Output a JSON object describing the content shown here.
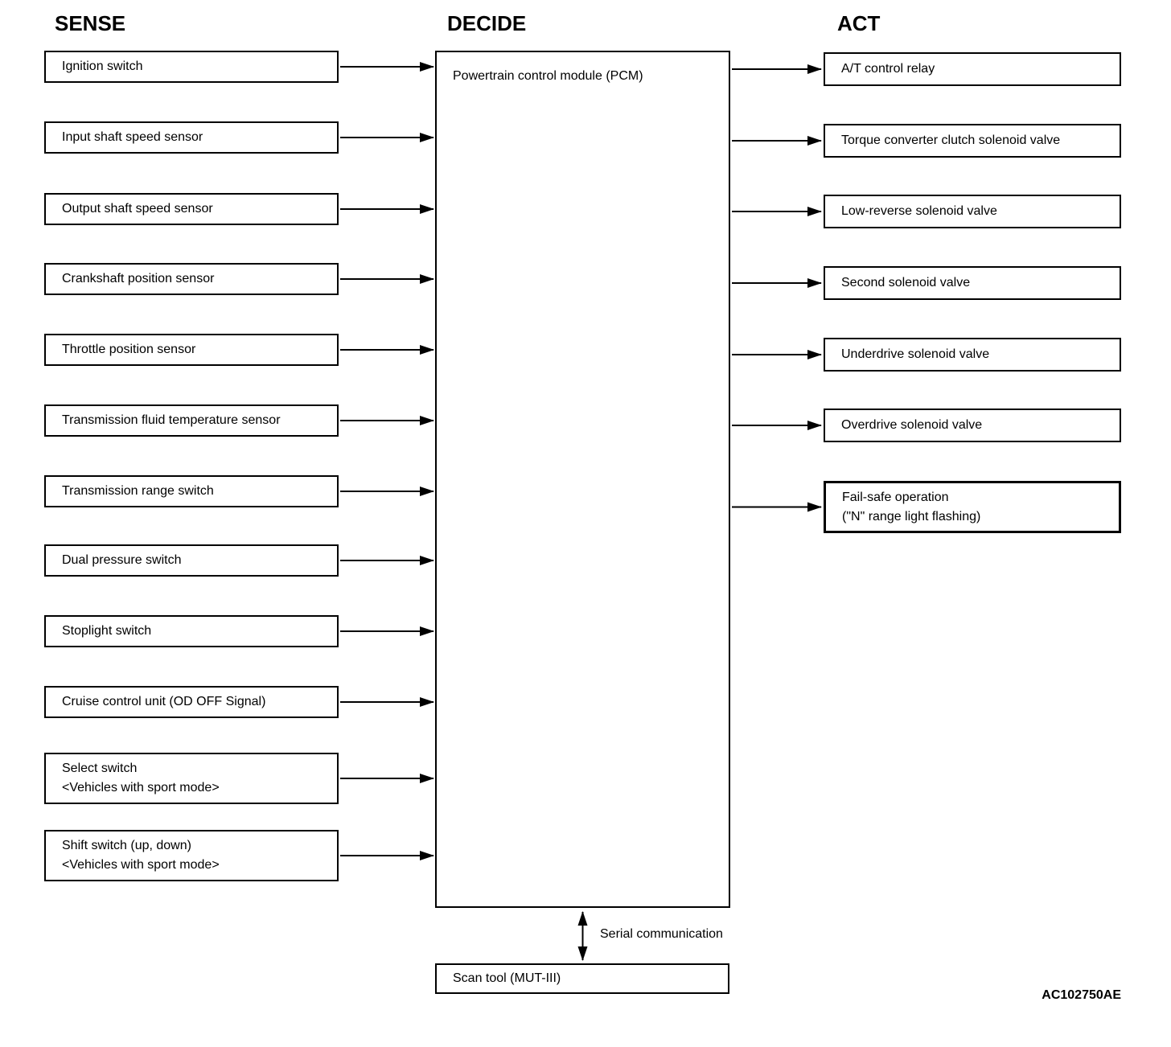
{
  "page": {
    "background": "#ffffff",
    "line_color": "#000000",
    "text_color": "#000000"
  },
  "sense": {
    "header": "SENSE",
    "items": [
      {
        "label": "Ignition switch"
      },
      {
        "label": "Input shaft speed sensor"
      },
      {
        "label": "Output shaft speed sensor"
      },
      {
        "label": "Crankshaft position sensor"
      },
      {
        "label": "Throttle position sensor"
      },
      {
        "label": "Transmission fluid temperature sensor"
      },
      {
        "label": "Transmission range switch"
      },
      {
        "label": "Dual pressure switch"
      },
      {
        "label": "Stoplight switch"
      },
      {
        "label": "Cruise control unit (OD OFF Signal)"
      },
      {
        "label": "Select switch",
        "label2": "<Vehicles with sport mode>"
      },
      {
        "label": "Shift switch (up, down)",
        "label2": "<Vehicles with sport mode>"
      }
    ]
  },
  "decide": {
    "header": "DECIDE",
    "pcm_label": "Powertrain control module (PCM)",
    "serial_label": "Serial communication",
    "scan_tool_label": "Scan tool (MUT-III)"
  },
  "act": {
    "header": "ACT",
    "items": [
      {
        "label": "A/T control relay"
      },
      {
        "label": "Torque converter clutch solenoid valve"
      },
      {
        "label": "Low-reverse solenoid valve"
      },
      {
        "label": "Second solenoid valve"
      },
      {
        "label": "Underdrive solenoid valve"
      },
      {
        "label": "Overdrive solenoid valve"
      },
      {
        "label": "Fail-safe operation",
        "label2": "(\"N\" range light flashing)",
        "emphasized": true
      }
    ]
  },
  "watermark": "AC102750AE"
}
